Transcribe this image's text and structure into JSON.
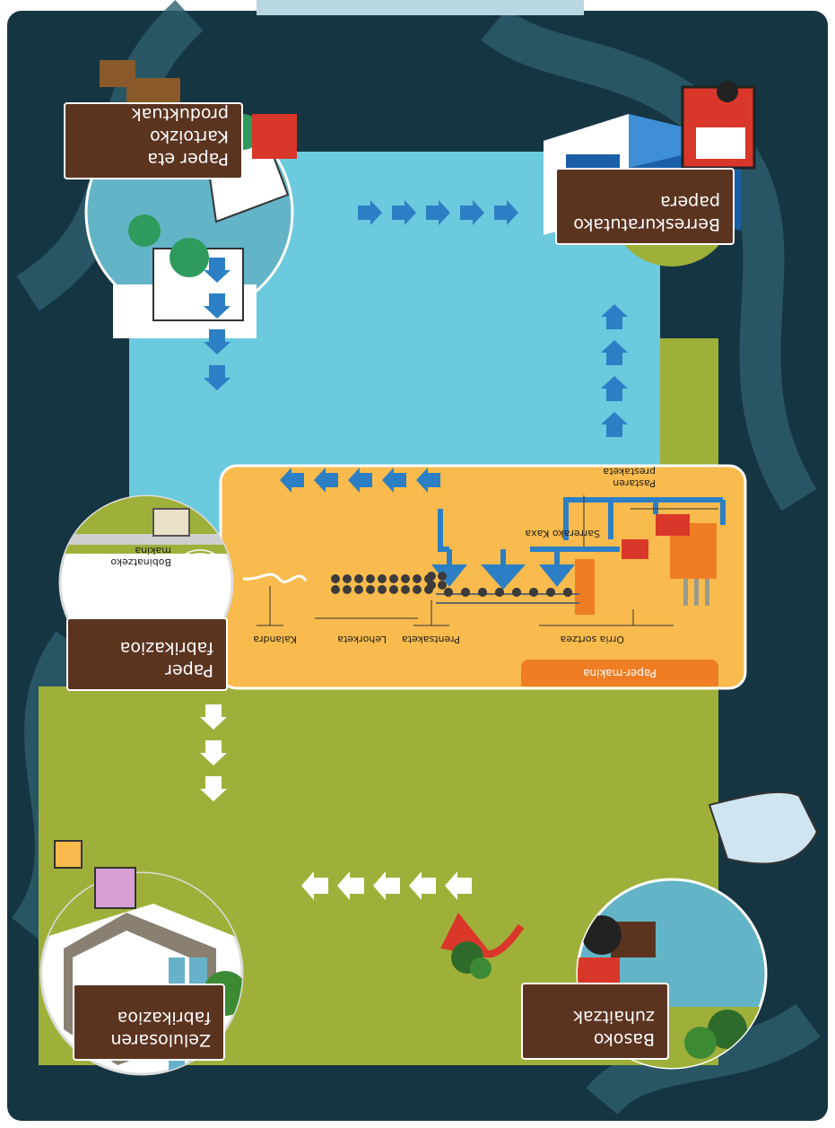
{
  "diagram": {
    "orientation": "rotated-180",
    "stages": {
      "forest": "Basoko\nzuhaitzak",
      "cellulose": "Zelulosaren\nfabrikazioa",
      "paper_manufacturing": "Paper\nfabrikazioa",
      "products": "Paper eta Kartoizko\nproduktuak",
      "recycled": "Berreskuratutako\npapera"
    },
    "paper_machine": {
      "title": "Paper-makina",
      "steps": {
        "pulp_preparation": "Pastaren\nprestaketa",
        "headbox": "Sarrerako Kaxa",
        "sheet_forming": "Orria sortzea",
        "pressing": "Prentsaketa",
        "drying": "Lehorketa",
        "calender": "Kalandra",
        "winder": "Bobinatzeko\nmakina"
      }
    },
    "colors": {
      "background": "#163543",
      "green": "#9fb03a",
      "blue": "#6bcade",
      "orange": "#f9bb4d",
      "label_brown": "#5b3420",
      "arrow_blue": "#2c7fc4",
      "arrow_white": "#ffffff"
    },
    "icons": [
      "tractor-icon",
      "factory-icon",
      "paper-roll-icon",
      "products-icon",
      "recycling-truck-icon"
    ]
  }
}
